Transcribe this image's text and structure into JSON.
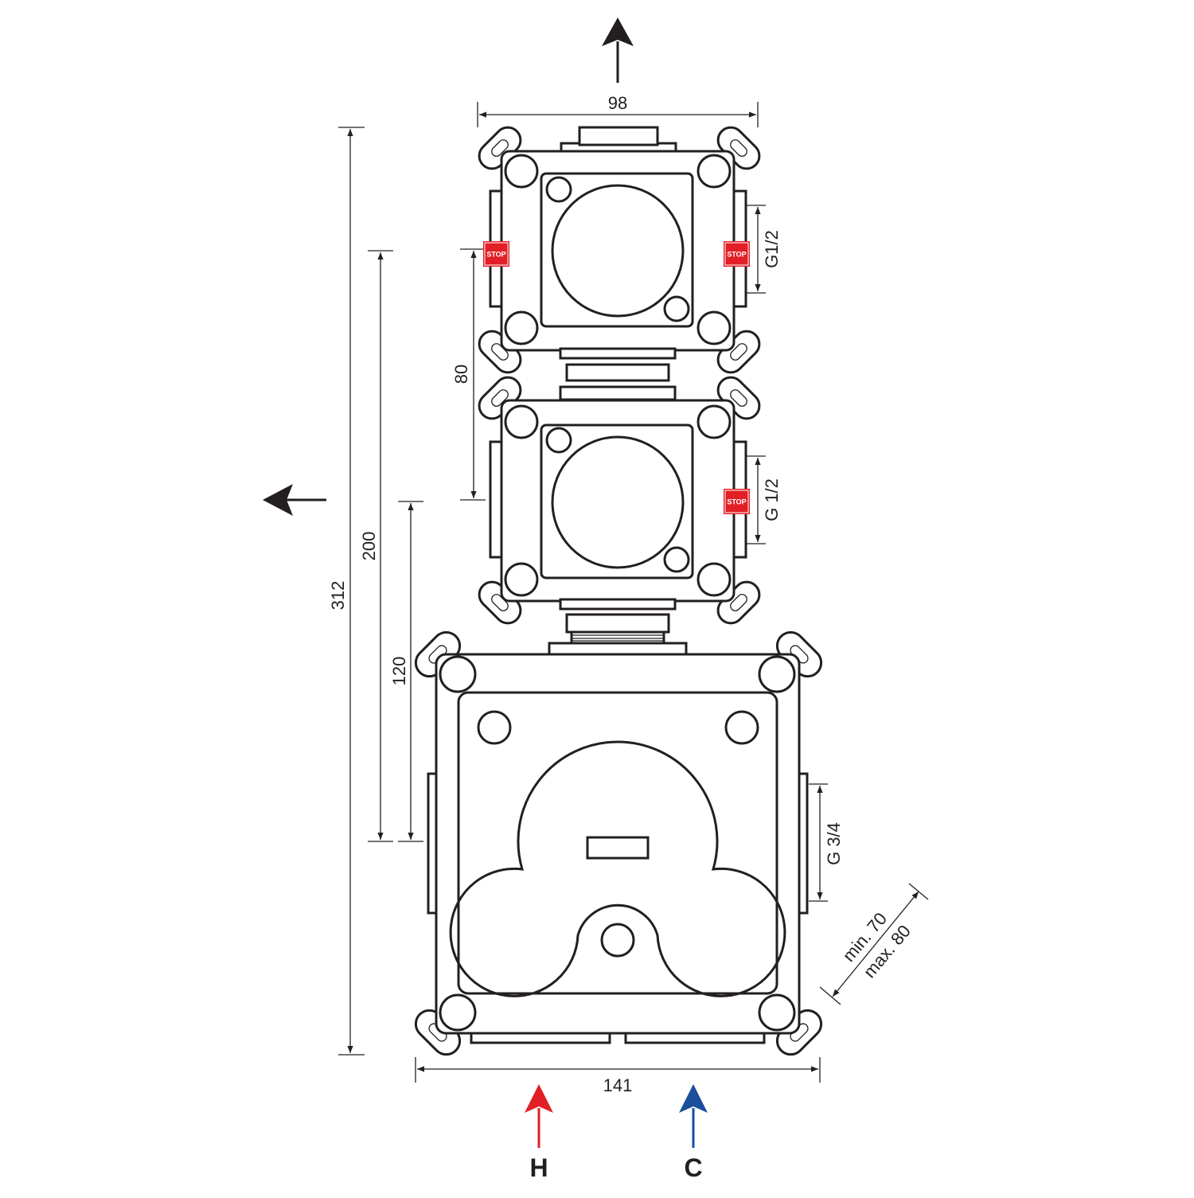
{
  "dimensions": {
    "top_width": "98",
    "total_height": "312",
    "height_200": "200",
    "height_120": "120",
    "height_80": "80",
    "bottom_width": "141",
    "depth_min": "min. 70",
    "depth_max": "max. 80"
  },
  "threads": {
    "upper_outlet": "G1/2",
    "middle_outlet": "G 1/2",
    "lower_outlet": "G 3/4"
  },
  "stop_label": "STOP",
  "inlets": {
    "hot_label": "H",
    "cold_label": "C"
  },
  "colors": {
    "line": "#231f20",
    "stop": "#e21f26",
    "hot": "#e21f26",
    "cold": "#1b4f9c"
  }
}
